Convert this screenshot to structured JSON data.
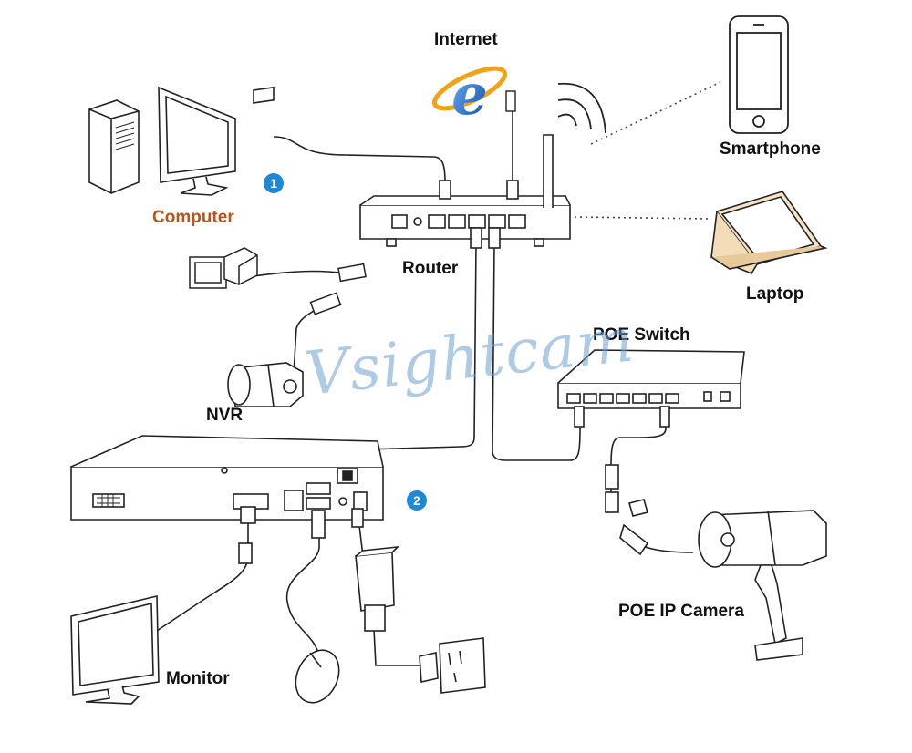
{
  "labels": {
    "internet": "Internet",
    "computer": "Computer",
    "router": "Router",
    "smartphone": "Smartphone",
    "laptop": "Laptop",
    "nvr": "NVR",
    "poe_switch": "POE Switch",
    "poe_ip_camera": "POE IP Camera",
    "monitor": "Monitor"
  },
  "badges": {
    "one": "1",
    "two": "2"
  },
  "watermark": "Vsightcam",
  "colors": {
    "badge": "#1e88d4",
    "computer_label": "#b3561b",
    "internet_blue": "#1565c0",
    "internet_orange": "#f0a21a",
    "watermark": "#6ea0cd"
  }
}
